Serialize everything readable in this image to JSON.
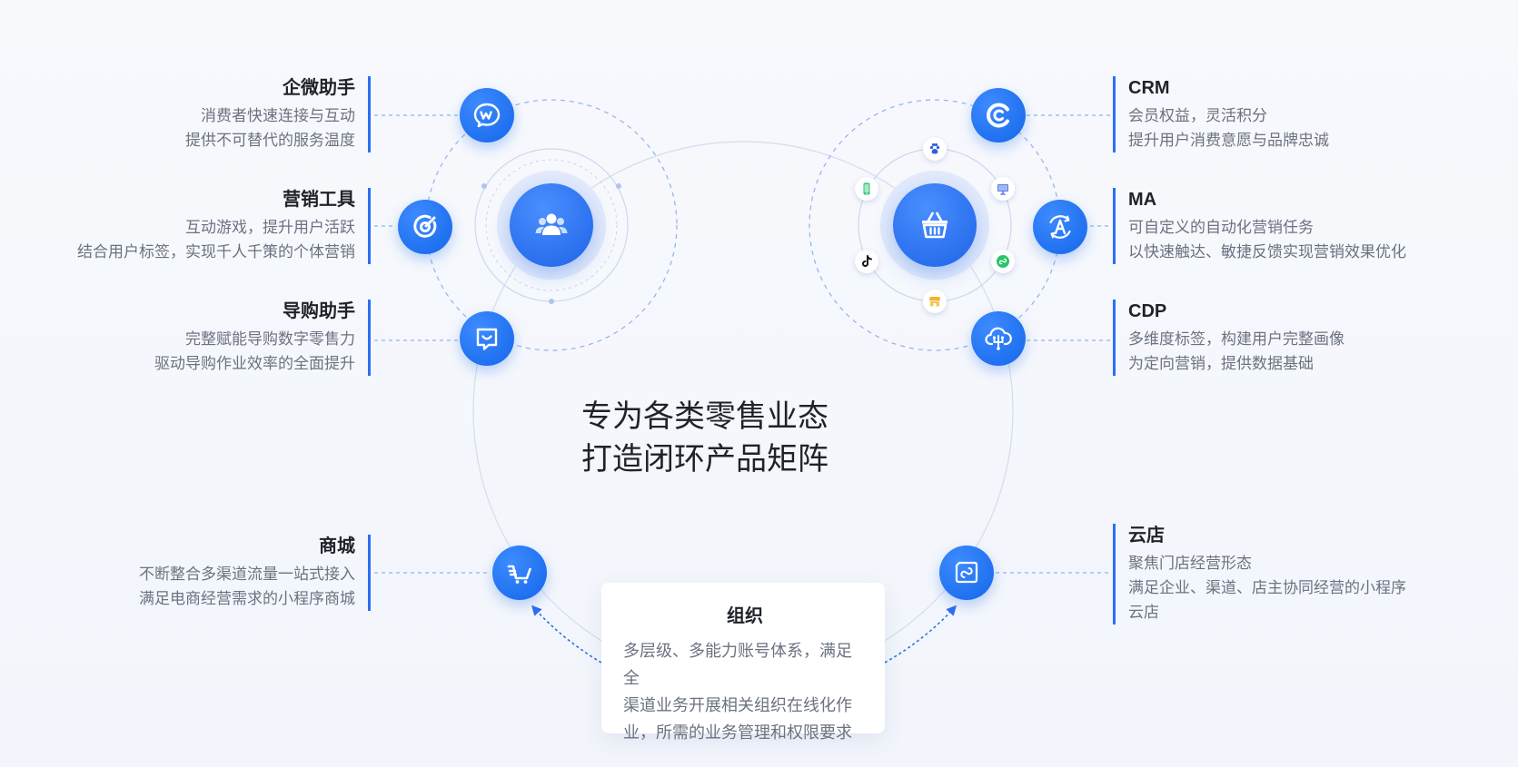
{
  "headline": {
    "line1": "专为各类零售业态",
    "line2": "打造闭环产品矩阵"
  },
  "left_features": [
    {
      "title": "企微助手",
      "lines": [
        "消费者快速连接与互动",
        "提供不可替代的服务温度"
      ],
      "icon": "wecom-icon"
    },
    {
      "title": "营销工具",
      "lines": [
        "互动游戏，提升用户活跃",
        "结合用户标签，实现千人千策的个体营销"
      ],
      "icon": "target-icon"
    },
    {
      "title": "导购助手",
      "lines": [
        "完整赋能导购数字零售力",
        "驱动导购作业效率的全面提升"
      ],
      "icon": "chat-smile-icon"
    },
    {
      "title": "商城",
      "lines": [
        "不断整合多渠道流量一站式接入",
        "满足电商经营需求的小程序商城"
      ],
      "icon": "cart-icon"
    }
  ],
  "right_features": [
    {
      "title": "CRM",
      "lines": [
        "会员权益，灵活积分",
        "提升用户消费意愿与品牌忠诚"
      ],
      "icon": "crm-c-icon"
    },
    {
      "title": "MA",
      "lines": [
        "可自定义的自动化营销任务",
        "以快速触达、敏捷反馈实现营销效果优化"
      ],
      "icon": "automation-a-icon"
    },
    {
      "title": "CDP",
      "lines": [
        "多维度标签，构建用户完整画像",
        "为定向营销，提供数据基础"
      ],
      "icon": "cloud-data-icon"
    },
    {
      "title": "云店",
      "lines": [
        "聚焦门店经营形态",
        "满足企业、渠道、店主协同经营的小程序",
        "云店"
      ],
      "icon": "miniprogram-store-icon"
    }
  ],
  "organization": {
    "title": "组织",
    "lines": [
      "多层级、多能力账号体系，满足全",
      "渠道业务开展相关组织在线化作",
      "业，所需的业务管理和权限要求"
    ]
  },
  "hubs": {
    "left": "users-icon",
    "right": "basket-icon"
  },
  "orbit_channels": [
    "paw-icon",
    "monitor-icon",
    "miniprogram-icon",
    "shop-icon",
    "tiktok-icon",
    "phone-icon"
  ],
  "colors": {
    "primary": "#1466ea",
    "accent_line": "#2b6ff2",
    "title_text": "#1f2329",
    "body_text": "#6b7280"
  }
}
